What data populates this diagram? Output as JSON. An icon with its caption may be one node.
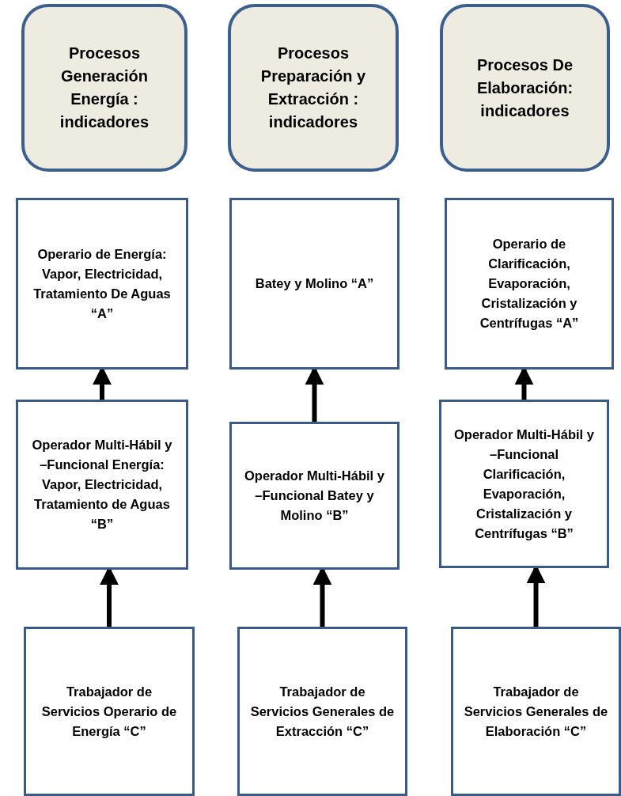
{
  "diagram": {
    "nodes": [
      {
        "text": [
          "Procesos Generación Energía : indicadores"
        ]
      },
      {
        "text": [
          "Procesos Preparación y Extracción : indicadores"
        ]
      },
      {
        "text": [
          "Procesos De Elaboración: indicadores"
        ]
      },
      {
        "text": [
          "Operario de Energía: Vapor, Electricidad, Tratamiento De Aguas “A”"
        ]
      },
      {
        "text": [
          "Batey y Molino “A”"
        ]
      },
      {
        "text": [
          "Operario de Clarificación, Evaporación, Cristalización y Centrífugas “A”"
        ]
      },
      {
        "text": [
          "Operador Multi-Hábil y –Funcional Energía: Vapor, Electricidad, Tratamiento de Aguas “B”"
        ]
      },
      {
        "text": [
          "Operador Multi-Hábil y –Funcional Batey y Molino “B”"
        ]
      },
      {
        "text": [
          "Operador Multi-Hábil y –Funcional Clarificación, Evaporación, Cristalización y Centrífugas “B”"
        ]
      },
      {
        "text": [
          "Trabajador de Servicios Operario de Energía “C”"
        ]
      },
      {
        "text": [
          "Trabajador de Servicios Generales de Extracción “C”"
        ]
      },
      {
        "text": [
          "Trabajador de Servicios Generales de Elaboración “C”"
        ]
      }
    ],
    "edges": [
      {
        "from": 6,
        "to": 3,
        "arrow": "to"
      },
      {
        "from": 7,
        "to": 4,
        "arrow": "to"
      },
      {
        "from": 8,
        "to": 5,
        "arrow": "to"
      },
      {
        "from": 9,
        "to": 6,
        "arrow": "to"
      },
      {
        "from": 10,
        "to": 7,
        "arrow": "to"
      },
      {
        "from": 11,
        "to": 8,
        "arrow": "to"
      }
    ]
  }
}
